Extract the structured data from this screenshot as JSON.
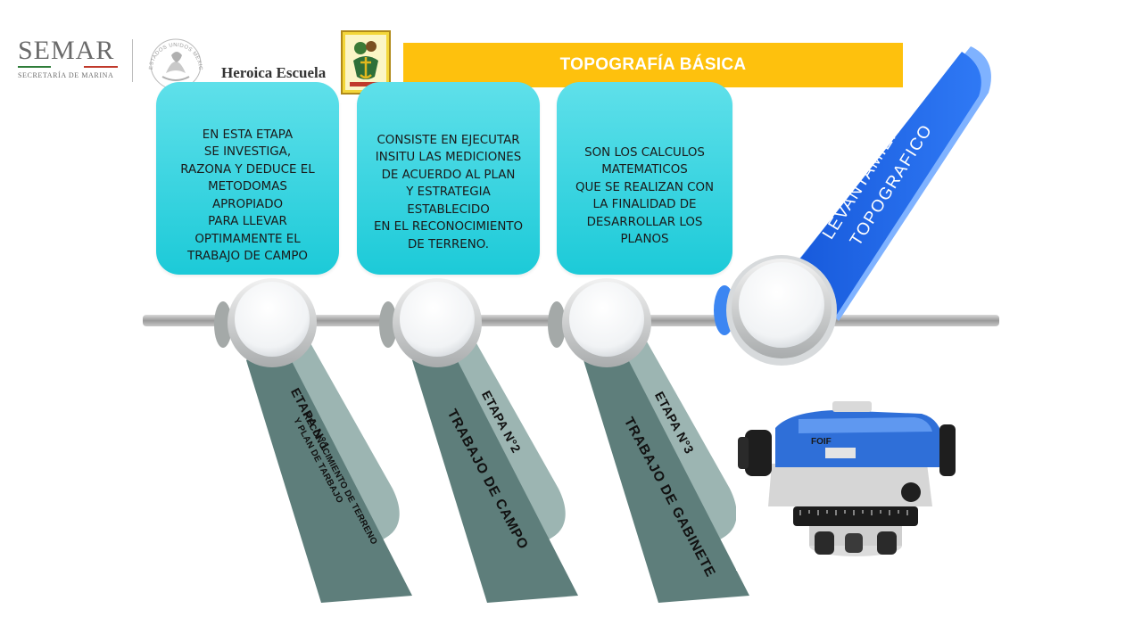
{
  "header": {
    "semar_logo": "SEMAR",
    "semar_subtitle": "SECRETARÍA DE MARINA",
    "school_name": "Heroica Escuela\nNaval Militar",
    "seal_text": "ESTADOS UNIDOS MEXICANOS",
    "title": "TOPOGRAFÍA BÁSICA"
  },
  "cards": [
    {
      "text": "EN ESTA ETAPA\nSE INVESTIGA,\nRAZONA Y DEDUCE EL\nMETODOMAS\nAPROPIADO\nPARA LLEVAR\nOPTIMAMENTE EL\nTRABAJO DE CAMPO"
    },
    {
      "text": "CONSISTE EN EJECUTAR\nINSITU LAS MEDICIONES\nDE ACUERDO AL PLAN\nY ESTRATEGIA\nESTABLECIDO\nEN EL RECONOCIMIENTO\nDE TERRENO."
    },
    {
      "text": "SON LOS CALCULOS\nMATEMATICOS\nQUE SE REALIZAN CON\nLA FINALIDAD DE\nDESARROLLAR LOS\nPLANOS"
    }
  ],
  "stages": [
    {
      "etapa": "ETAPA  N°1",
      "name": "RECONOCIMIENTO DE TERRENO\nY PLAN DE TARBAJO"
    },
    {
      "etapa": "ETAPA  N°2",
      "name": "TRABAJO DE CAMPO"
    },
    {
      "etapa": "ETAPA N°3",
      "name": "TRABAJO DE GABINETE"
    }
  ],
  "final_stage": {
    "label": "LEVANTAMIENTO\nTOPOGRAFICO"
  },
  "instrument_label": "FOIF",
  "colors": {
    "title_bar": "#fec10d",
    "card": "#1ccad8",
    "ribbon": "#5d7c79",
    "ribbon_edge": "#9fb8b5",
    "final_ribbon": "#1f63e6",
    "rail": "#a7a7a7"
  }
}
